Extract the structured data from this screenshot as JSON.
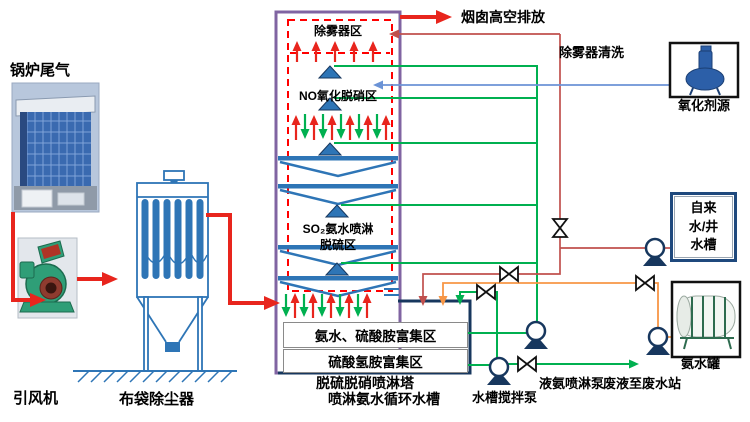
{
  "labels": {
    "boiler_exhaust": "锅炉尾气",
    "induced_draft_fan": "引风机",
    "bag_filter": "布袋除尘器",
    "stack_discharge": "烟囱高空排放",
    "demister_wash": "除雾器清洗",
    "oxidant_source": "氧化剂源",
    "tap_water_tank_lines": [
      "自来",
      "水/井",
      "水槽"
    ],
    "ammonia_tank": "氨水罐",
    "demister_zone": "除雾器区",
    "no_oxidation_zone": "NO氧化脱硝区",
    "so2_zone_line1": "SO₂氨水喷淋",
    "so2_zone_line2": "脱硫区",
    "enrich_zone1": "氨水、硫酸胺富集区",
    "enrich_zone2": "硫酸氢胺富集区",
    "spray_tower": "脱硫脱硝喷淋塔",
    "circulation_tank": "喷淋氨水循环水槽",
    "tank_stir_pump": "水槽搅拌泵",
    "ammonia_spray_pump": "液氨喷淋泵",
    "waste_to_station": "废液至废水站"
  },
  "colors": {
    "pipe_flue_gas_red": "#e8251d",
    "pipe_wash_water_brown": "#c0504d",
    "pipe_ammonia_orange": "#f79646",
    "pipe_spray_green": "#00b050",
    "pipe_oxidant_blue": "#6b93d6",
    "tower_border_purple": "#8064a2",
    "dashed_zone_red": "#ff0000",
    "equipment_blue": "#2e75b6",
    "pump_navy": "#17375e"
  }
}
